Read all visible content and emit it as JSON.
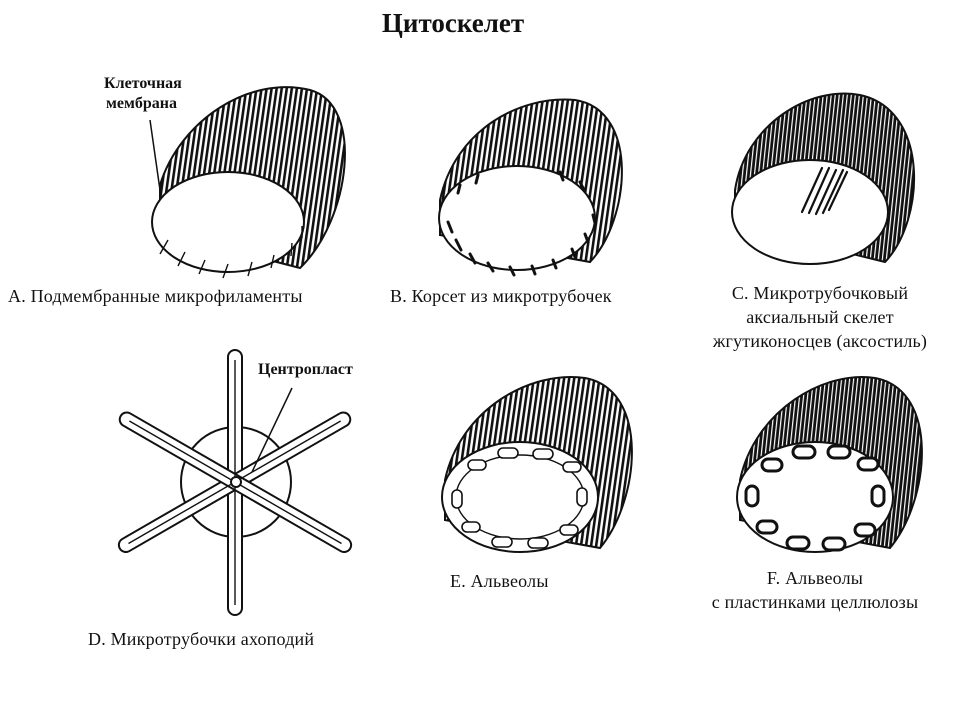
{
  "title": "Цитоскелет",
  "labels": {
    "membrane_line1": "Клеточная",
    "membrane_line2": "мембрана",
    "centroplast": "Центропласт"
  },
  "captions": {
    "a": "A. Подмембранные микрофиламенты",
    "b": "B. Корсет из микротрубочек",
    "c_line1": "C. Микротрубочковый",
    "c_line2": "аксиальный скелет",
    "c_line3": "жгутиконосцев (аксостиль)",
    "d": "D. Микротрубочки ахоподий",
    "e": "E. Альвеолы",
    "f_line1": "F. Альвеолы",
    "f_line2": "с пластинками целлюлозы"
  },
  "colors": {
    "ink": "#111111",
    "paper": "#ffffff"
  }
}
